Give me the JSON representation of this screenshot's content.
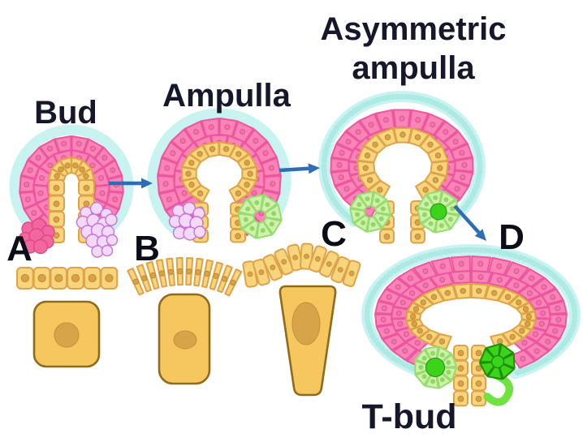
{
  "labels": {
    "stage1": "Bud",
    "stage2": "Ampulla",
    "stage3_line1": "Asymmetric",
    "stage3_line2": "ampulla",
    "stage4": "T-bud",
    "panel_a": "A",
    "panel_b": "B",
    "panel_c": "C",
    "panel_d": "D"
  },
  "colors": {
    "background": "#FFFFFF",
    "label_text": "#15182A",
    "arrow_blue": "#2E6CB3",
    "cell_pink_fill": "#F885B6",
    "cell_pink_stroke": "#EE55A0",
    "cell_pink_nucleus": "#F173AB",
    "cell_pink_nucleus_ring": "#E25094",
    "cell_yellow_fill": "#F6D57E",
    "cell_yellow_stroke": "#DFA246",
    "cell_yellow_nucleus": "#D9A245",
    "cell_yellow_nucleus_ring": "#C08A30",
    "big_cell_fill": "#F6C75F",
    "big_cell_stroke": "#8F6B1D",
    "big_cell_nucleus": "#D7A449",
    "big_cell_nucleus_ring": "#C49038",
    "matrix_cyan": "#C9F3F0",
    "matrix_cyan_dots": "#A8E7E2",
    "cluster_magenta_fill": "#F2679E",
    "cluster_magenta_stroke": "#E2468A",
    "cluster_lavender_fill": "#F2D9F8",
    "cluster_lavender_stroke": "#C873D6",
    "rosette_green_fill": "#CFF0AE",
    "rosette_green_stroke": "#96DD6C",
    "rosette_green_nucleus": "#8FD95E",
    "bright_green": "#3CD41A",
    "bright_green_dark": "#1E8E0A",
    "tail_green": "#6FE23F"
  }
}
